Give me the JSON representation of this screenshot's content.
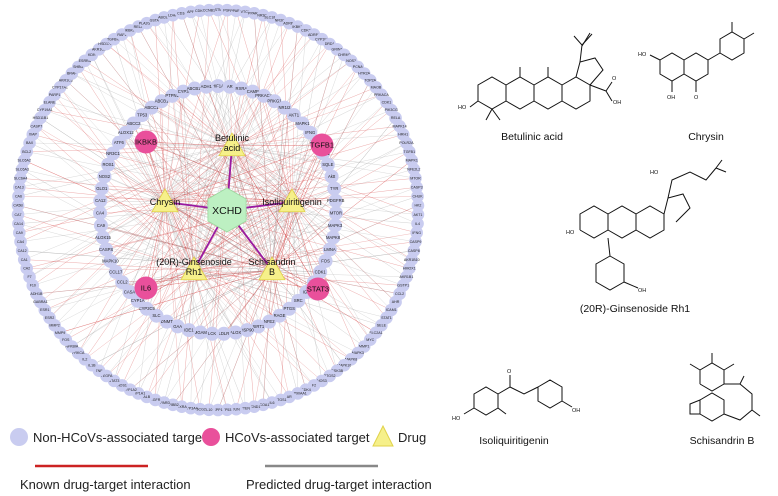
{
  "network": {
    "center": "XCHD",
    "outer_ring": [
      "GSTM1",
      "PGR",
      "PPARA",
      "VTC2",
      "PPARG",
      "NR3C2",
      "SLC18A1",
      "NR3C1",
      "ADRB2",
      "IKBKB",
      "CDK2",
      "ADRB1",
      "CYP1B1",
      "DRD1",
      "GRIN1",
      "CHRM2",
      "NOS2",
      "PCNA",
      "HTR2A",
      "TOP2A",
      "MAOB",
      "PRKACA",
      "CDK1",
      "PIK3CG",
      "RELA",
      "MAPK14",
      "HRH1",
      "POLR2A",
      "TGFB1",
      "MAPK1",
      "NFE2L2",
      "MTOR",
      "CASP3",
      "CHUK",
      "HK2",
      "AKT1",
      "IL4",
      "IFNG",
      "CASP9",
      "CASP8",
      "AKR1B10",
      "HMOX1",
      "AKR1B1",
      "GSTP1",
      "CCL2",
      "AHR",
      "ICAM1",
      "STAT1",
      "SELE",
      "SLC2A1",
      "MYC",
      "MMP1",
      "MAPK3",
      "MAPK8",
      "MAPK10",
      "GSK3B",
      "PTGS2",
      "NOS3",
      "F2",
      "CDK4",
      "HSP90AA1",
      "AR",
      "PTGS1",
      "IL6",
      "NCOA1",
      "CCND1",
      "PTEN",
      "JUN",
      "TP53",
      "SPP1",
      "IL10",
      "ABCG2",
      "CYP3A4",
      "RXRA",
      "ERBB2",
      "PPARD",
      "EGFR",
      "ALB",
      "CYP1A1",
      "CYP1A2",
      "NOS1",
      "STAT3",
      "VEGFA",
      "TNF",
      "IL1B",
      "IL2",
      "PRKCA",
      "NFKBIA",
      "FOS",
      "MMP9",
      "MMP2",
      "ESR2",
      "ESR1",
      "GABRA1",
      "ADH1B",
      "F10",
      "F7",
      "CA2",
      "CA1",
      "CA12",
      "CA4",
      "CA9",
      "CA14",
      "CA7",
      "CA5B",
      "CA6",
      "CA13",
      "SLC6A4",
      "SLC6A3",
      "SLC6A2",
      "BCL2",
      "BAX",
      "XIAP",
      "CASP7",
      "HSD11B1",
      "CYP19A1",
      "ELANE",
      "PARP1",
      "CYP17A1",
      "AKR1C3",
      "BRAF",
      "SHBG",
      "ESRRA",
      "KDR",
      "AKR1C1",
      "HSD17B1",
      "TGFBR1",
      "RAF1",
      "IKBKB",
      "RELA",
      "PLA2G4A",
      "GSTA1",
      "ABCB1",
      "LDHA",
      "CD36",
      "APP",
      "CDK6",
      "CCNB1"
    ],
    "inner_ring": [
      "HIF1A",
      "AR",
      "RXRA",
      "CAMP",
      "PRKACA",
      "PRKG1",
      "NR1I2",
      "AKT1",
      "MAPK1",
      "IFNG",
      "IL2",
      "LAMP1",
      "SQLE",
      "Aktt",
      "TYR",
      "PDGFRB",
      "MTOR",
      "MAPK3",
      "MAPK8",
      "LMNA",
      "FOS",
      "CDK1",
      "JAK2",
      "IGH",
      "SRC",
      "PTGS",
      "RAGE",
      "NFE2",
      "SIRT1",
      "HSP90",
      "ALOX",
      "LDLR",
      "LCK",
      "MGAM",
      "IDE1",
      "GAA",
      "DNMT",
      "SLC",
      "CYP2C9",
      "CYP1A",
      "CASA",
      "CCL2",
      "CCL17",
      "MAPK10",
      "CASPS",
      "ALOX15",
      "CA9",
      "CA4",
      "CA12",
      "GLO1",
      "NOS2",
      "ROS1",
      "NR3C1",
      "ATF6",
      "ALOX12",
      "ABCC2",
      "TP53",
      "ABCC1",
      "ABCB1",
      "PTPN1",
      "CYP3",
      "ABCB11",
      "ADH1"
    ],
    "hcov_targets": [
      "IKBKB",
      "TGFB1",
      "IL6",
      "STAT3"
    ],
    "drugs": [
      "Betulinic acid",
      "Chrysin",
      "Isoliquiritigenin",
      "(20R)-Ginsenoside Rh1",
      "Schisandrin B"
    ],
    "drug_lines": {
      "betulinic": [
        "Betulinic",
        "acid"
      ],
      "chrysin": [
        "Chrysin"
      ],
      "isoliquiritigenin": [
        "Isoliquiritigenin"
      ],
      "ginsenoside": [
        "(20R)-Ginsenoside",
        "Rh1"
      ],
      "schisandrin": [
        "Schisandrin",
        "B"
      ]
    }
  },
  "colors": {
    "non_hcov": "#c9ccf0",
    "hcov": "#e9509b",
    "drug": "#f6f08a",
    "center": "#bdf0c2",
    "known_edge": "#cc2222",
    "predicted_edge": "#888888",
    "drug_edge": "#9a1aa0"
  },
  "legend": {
    "non_hcov": "Non-HCoVs-associated target",
    "hcov": "HCoVs-associated target",
    "drug": "Drug",
    "known": "Known drug-target interaction",
    "predicted": "Predicted drug-target interaction"
  },
  "structures": {
    "betulinic": "Betulinic acid",
    "chrysin": "Chrysin",
    "ginsenoside": "(20R)-Ginsenoside Rh1",
    "isoliquiritigenin": "Isoliquiritigenin",
    "schisandrin": "Schisandrin B",
    "atoms": {
      "oh": "OH",
      "ho": "HO",
      "o": "O",
      "h": "H"
    }
  }
}
